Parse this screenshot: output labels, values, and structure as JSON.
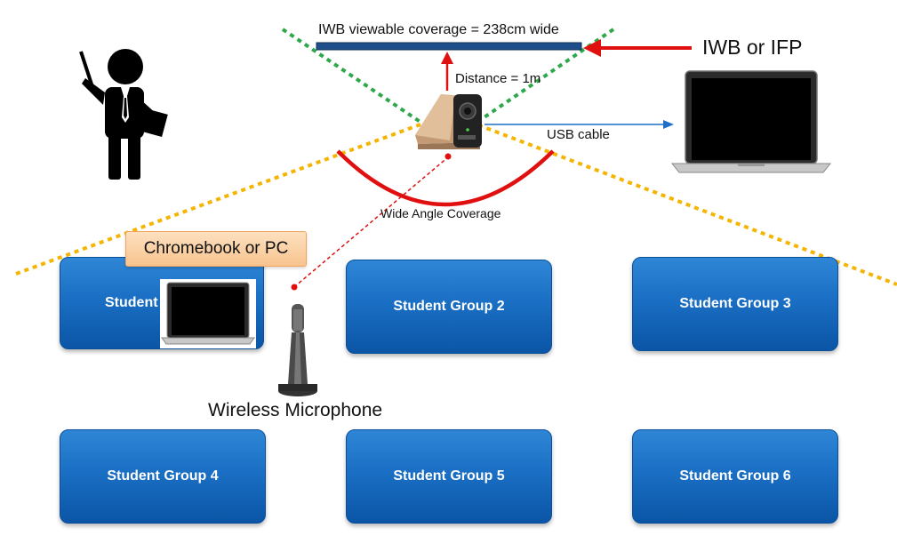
{
  "labels": {
    "iwb_coverage": "IWB viewable coverage = 238cm wide",
    "iwb_or_ifp": "IWB or IFP",
    "distance": "Distance = 1m",
    "usb_cable": "USB cable",
    "wide_angle": "Wide Angle Coverage",
    "chromebook": "Chromebook or PC",
    "wireless_mic": "Wireless Microphone"
  },
  "groups": [
    {
      "label": "Student"
    },
    {
      "label": "Student Group 2"
    },
    {
      "label": "Student Group 3"
    },
    {
      "label": "Student Group 4"
    },
    {
      "label": "Student Group 5"
    },
    {
      "label": "Student Group 6"
    }
  ],
  "colors": {
    "group_blue": "#1a6fc4",
    "red": "#e01010",
    "green_dotted": "#2ea84a",
    "yellow_dotted": "#f4b400",
    "usb_blue": "#1f6fc8",
    "board": "#1f4f8a"
  },
  "icons": {
    "teacher": "teacher-pointer-icon",
    "camera": "conference-camera-icon",
    "laptop": "laptop-icon",
    "microphone": "microphone-icon"
  }
}
